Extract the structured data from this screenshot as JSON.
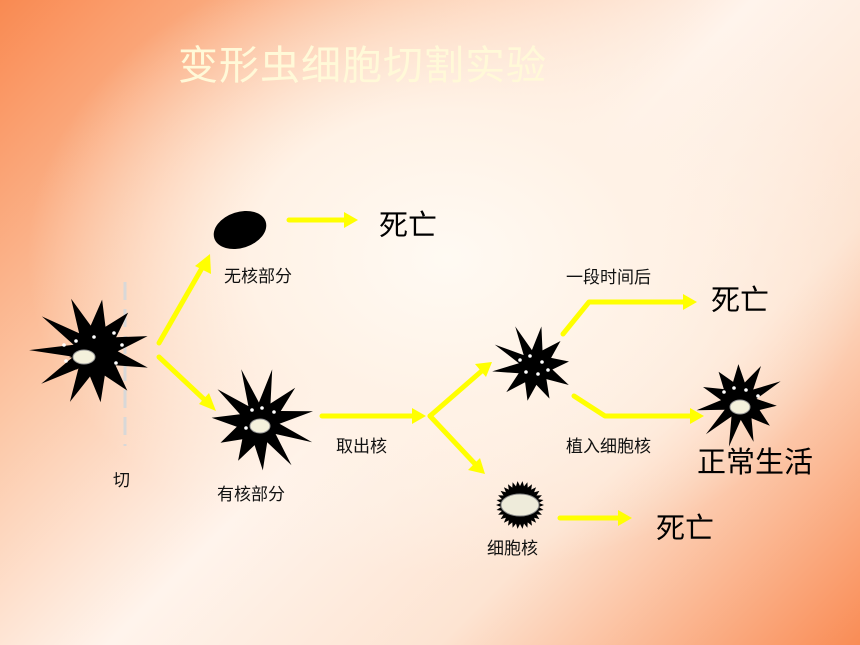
{
  "slide": {
    "title": "变形虫细胞切割实验",
    "colors": {
      "arrow": "#ffff00",
      "cell": "#000000",
      "title": "#fff9d8",
      "bg_edge": "#f98a52"
    }
  },
  "labels": {
    "cut": "切",
    "no_nucleus_part": "无核部分",
    "with_nucleus_part": "有核部分",
    "remove_nucleus": "取出核",
    "after_time": "一段时间后",
    "implant_nucleus": "植入细胞核",
    "nucleus": "细胞核",
    "death_1": "死亡",
    "death_2": "死亡",
    "death_3": "死亡",
    "normal_life": "正常生活"
  }
}
